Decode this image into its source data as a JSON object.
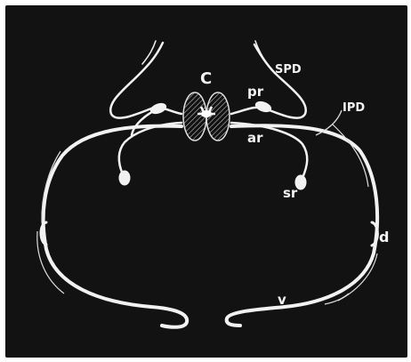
{
  "figure": {
    "colors": {
      "background": "#121212",
      "stroke": "#f2f2f2",
      "hatch": "#bdbdbd"
    },
    "labels": {
      "center": "C",
      "spd": "SPD",
      "ipd": "IPD",
      "pr": "pr",
      "ar": "ar",
      "sr": "sr",
      "d": "d",
      "v": "v"
    }
  }
}
